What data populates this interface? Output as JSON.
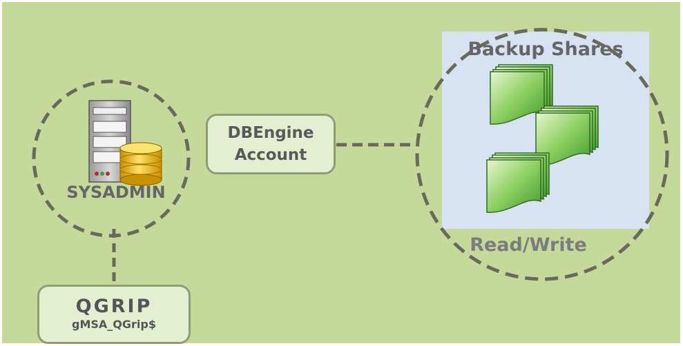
{
  "diagram": {
    "sysadmin_label": "SYSADMIN",
    "dbengine_account": {
      "line1": "DBEngine",
      "line2": "Account"
    },
    "backup_shares": {
      "title": "Backup Shares",
      "permission": "Read/Write"
    },
    "qgrip": {
      "logo_text": "QGRIP",
      "account_name": "gMSA_QGrip$"
    },
    "icons": {
      "server": "server-database-icon",
      "documents": "document-stack-icon"
    },
    "colors": {
      "background": "#c5d99a",
      "box_fill": "#e4eed0",
      "dashed_lines": "#6a6a5a",
      "shares_panel": "#d7e3f2",
      "document_green": "#6bbd4a",
      "database_gold": "#f3c20d"
    }
  }
}
